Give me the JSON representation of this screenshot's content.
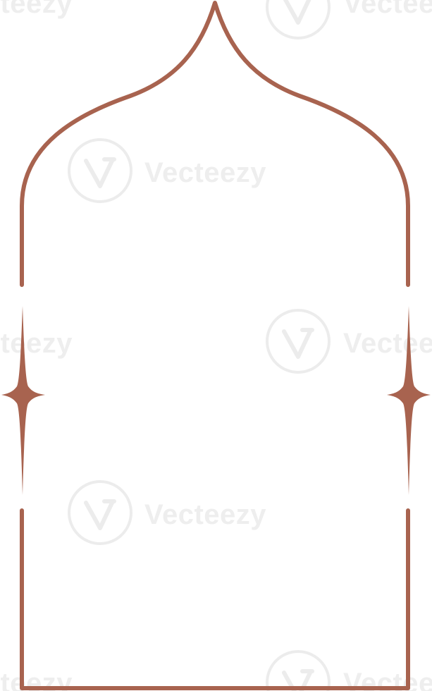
{
  "frame": {
    "stroke_color": "#a8634f",
    "shape": "onion-dome arch window frame",
    "ornament": "four-point-sparkle"
  },
  "watermark": {
    "text": "Vecteezy",
    "logo_icon": "vecteezy-v-logo",
    "color": "#d9d9d9"
  }
}
